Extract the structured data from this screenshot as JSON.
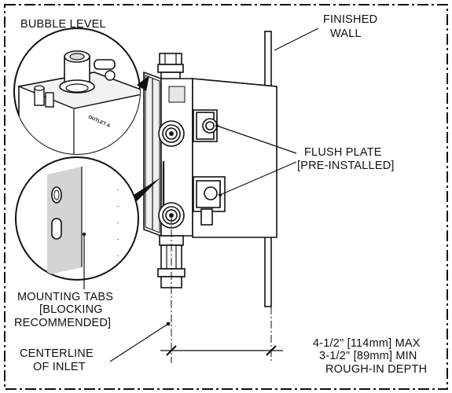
{
  "labels": {
    "bubble_level": "BUBBLE LEVEL",
    "finished_wall_1": "FINISHED",
    "finished_wall_2": "WALL",
    "flush_plate_1": "FLUSH PLATE",
    "flush_plate_2": "[PRE-INSTALLED]",
    "mounting_tabs_1": "MOUNTING TABS",
    "mounting_tabs_2": "[BLOCKING",
    "mounting_tabs_3": "RECOMMENDED]",
    "centerline_1": "CENTERLINE",
    "centerline_2": "OF INLET",
    "depth_1": "4-1/2\" [114mm] MAX",
    "depth_2": "3-1/2\" [89mm] MIN",
    "depth_3": "ROUGH-IN DEPTH",
    "outlet": "OUTLET A"
  }
}
